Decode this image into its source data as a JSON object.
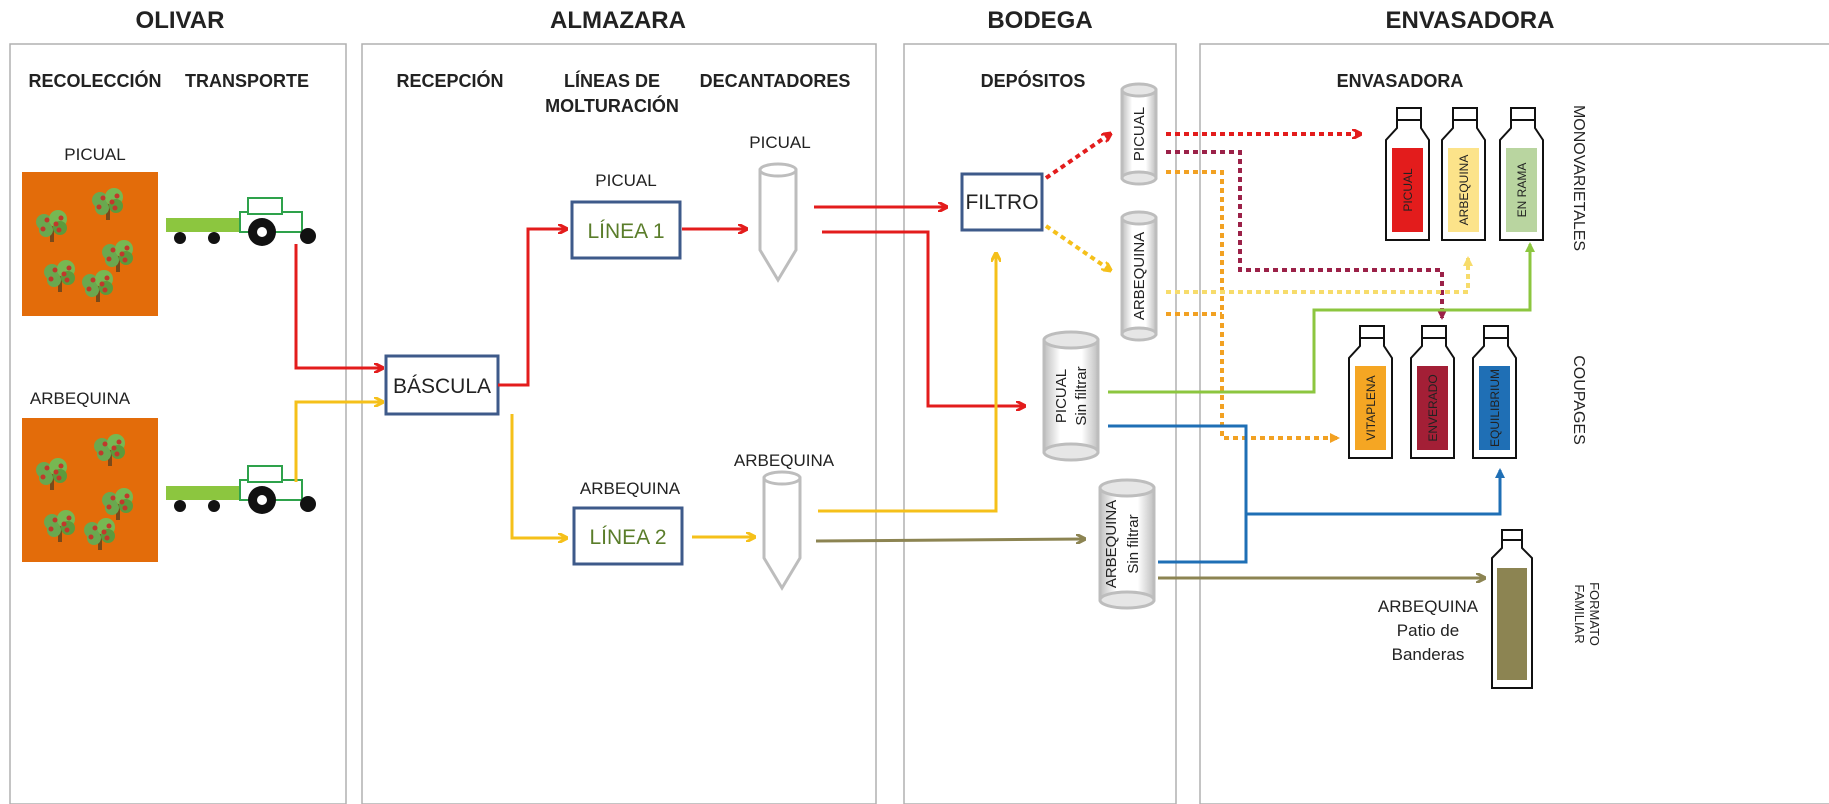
{
  "sections": {
    "olivar": "OLIVAR",
    "almazara": "ALMAZARA",
    "bodega": "BODEGA",
    "envasadora": "ENVASADORA"
  },
  "headers": {
    "recoleccion": "RECOLECCIÓN",
    "transporte": "TRANSPORTE",
    "recepcion": "RECEPCIÓN",
    "lineas_1": "LÍNEAS DE",
    "lineas_2": "MOLTURACIÓN",
    "decantadores": "DECANTADORES",
    "depositos": "DEPÓSITOS",
    "envasadora": "ENVASADORA"
  },
  "labels": {
    "picual_field": "PICUAL",
    "arbequina_field": "ARBEQUINA",
    "picual_line": "PICUAL",
    "arbequina_line": "ARBEQUINA",
    "picual_decanter": "PICUAL",
    "arbequina_decanter": "ARBEQUINA",
    "familiar_1": "ARBEQUINA",
    "familiar_2": "Patio de",
    "familiar_3": "Banderas"
  },
  "boxes": {
    "bascula": "BÁSCULA",
    "linea1": "LÍNEA 1",
    "linea2": "LÍNEA 2",
    "filtro": "FILTRO"
  },
  "tanks": {
    "picual": "PICUAL",
    "arbequina": "ARBEQUINA",
    "picual_sf_1": "PICUAL",
    "picual_sf_2": "Sin filtrar",
    "arbequina_sf_1": "ARBEQUINA",
    "arbequina_sf_2": "Sin filtrar"
  },
  "bottles": {
    "picual": "PICUAL",
    "arbequina": "ARBEQUINA",
    "en_rama": "EN RAMA",
    "vitaplena": "VITAPLENA",
    "enverado": "ENVERADO",
    "equilibrium": "EQUILIBRIUM"
  },
  "side_labels": {
    "monovarietales": "MONOVARIETALES",
    "coupages": "COUPAGES",
    "formato_1": "FORMATO",
    "formato_2": "FAMILIAR"
  },
  "colors": {
    "picual": "#e31c1c",
    "arbequina": "#f5c01a",
    "arbequina_sf": "#8c8452",
    "box_border": "#3e5a8a",
    "green": "#8cc63f",
    "blue": "#1f6fb5",
    "maroon": "#9b2148",
    "orange_dotted": "#f2a122",
    "field": "#e36c0a"
  }
}
